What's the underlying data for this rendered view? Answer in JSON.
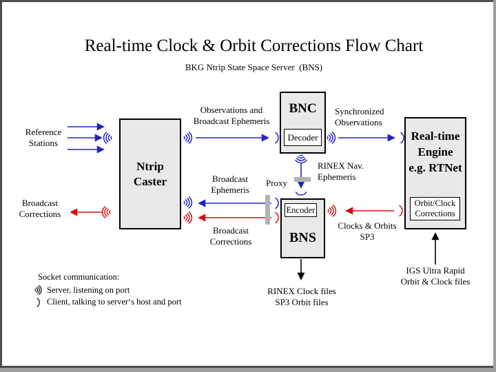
{
  "slide": {
    "title": "Real-time Clock & Orbit Corrections Flow Chart",
    "subtitle": "BKG Ntrip State Space Server  (BNS)"
  },
  "boxes": {
    "caster": {
      "line1": "Ntrip",
      "line2": "Caster"
    },
    "bnc": {
      "title": "BNC",
      "sub": "Decoder"
    },
    "bns": {
      "title": "BNS",
      "sub": "Encoder"
    },
    "engine": {
      "line1": "Real-time",
      "line2": "Engine",
      "line3": "e.g. RTNet",
      "sub1": "Orbit/Clock",
      "sub2": "Corrections"
    }
  },
  "labels": {
    "reference_stations": {
      "line1": "Reference",
      "line2": "Stations"
    },
    "broadcast_corrections_left": {
      "line1": "Broadcast",
      "line2": "Corrections"
    },
    "observations_broadcast": {
      "line1": "Observations and",
      "line2": "Broadcast Ephemeris"
    },
    "synchronized_obs": {
      "line1": "Synchronized",
      "line2": "Observations"
    },
    "rinex_nav": {
      "line1": "RINEX Nav.",
      "line2": "Ephemeris"
    },
    "proxy": "Proxy",
    "broadcast_ephemeris_mid": {
      "line1": "Broadcast",
      "line2": "Ephemeris"
    },
    "broadcast_corrections_mid": {
      "line1": "Broadcast",
      "line2": "Corrections"
    },
    "clocks_orbits": {
      "line1": "Clocks & Orbits",
      "line2": "SP3"
    },
    "rinex_clock_files": {
      "line1": "RINEX Clock files",
      "line2": "SP3 Orbit files"
    },
    "igs_ultra_rapid": {
      "line1": "IGS Ultra Rapid",
      "line2": "Orbit & Clock files"
    }
  },
  "legend": {
    "heading": "Socket communication:",
    "server": "Server, listening on port",
    "client": "Client, talking to server‘s host and port"
  },
  "colors": {
    "arrow_blue": "#2323bf",
    "arrow_red": "#cf1010",
    "arrow_black": "#000000",
    "box_fill": "#e9e9e9",
    "box_border": "#000000",
    "proxy_bar_gray": "#b3b3b3",
    "frame_dark": "#4d4d4d",
    "frame_light": "#9e9e9e"
  }
}
